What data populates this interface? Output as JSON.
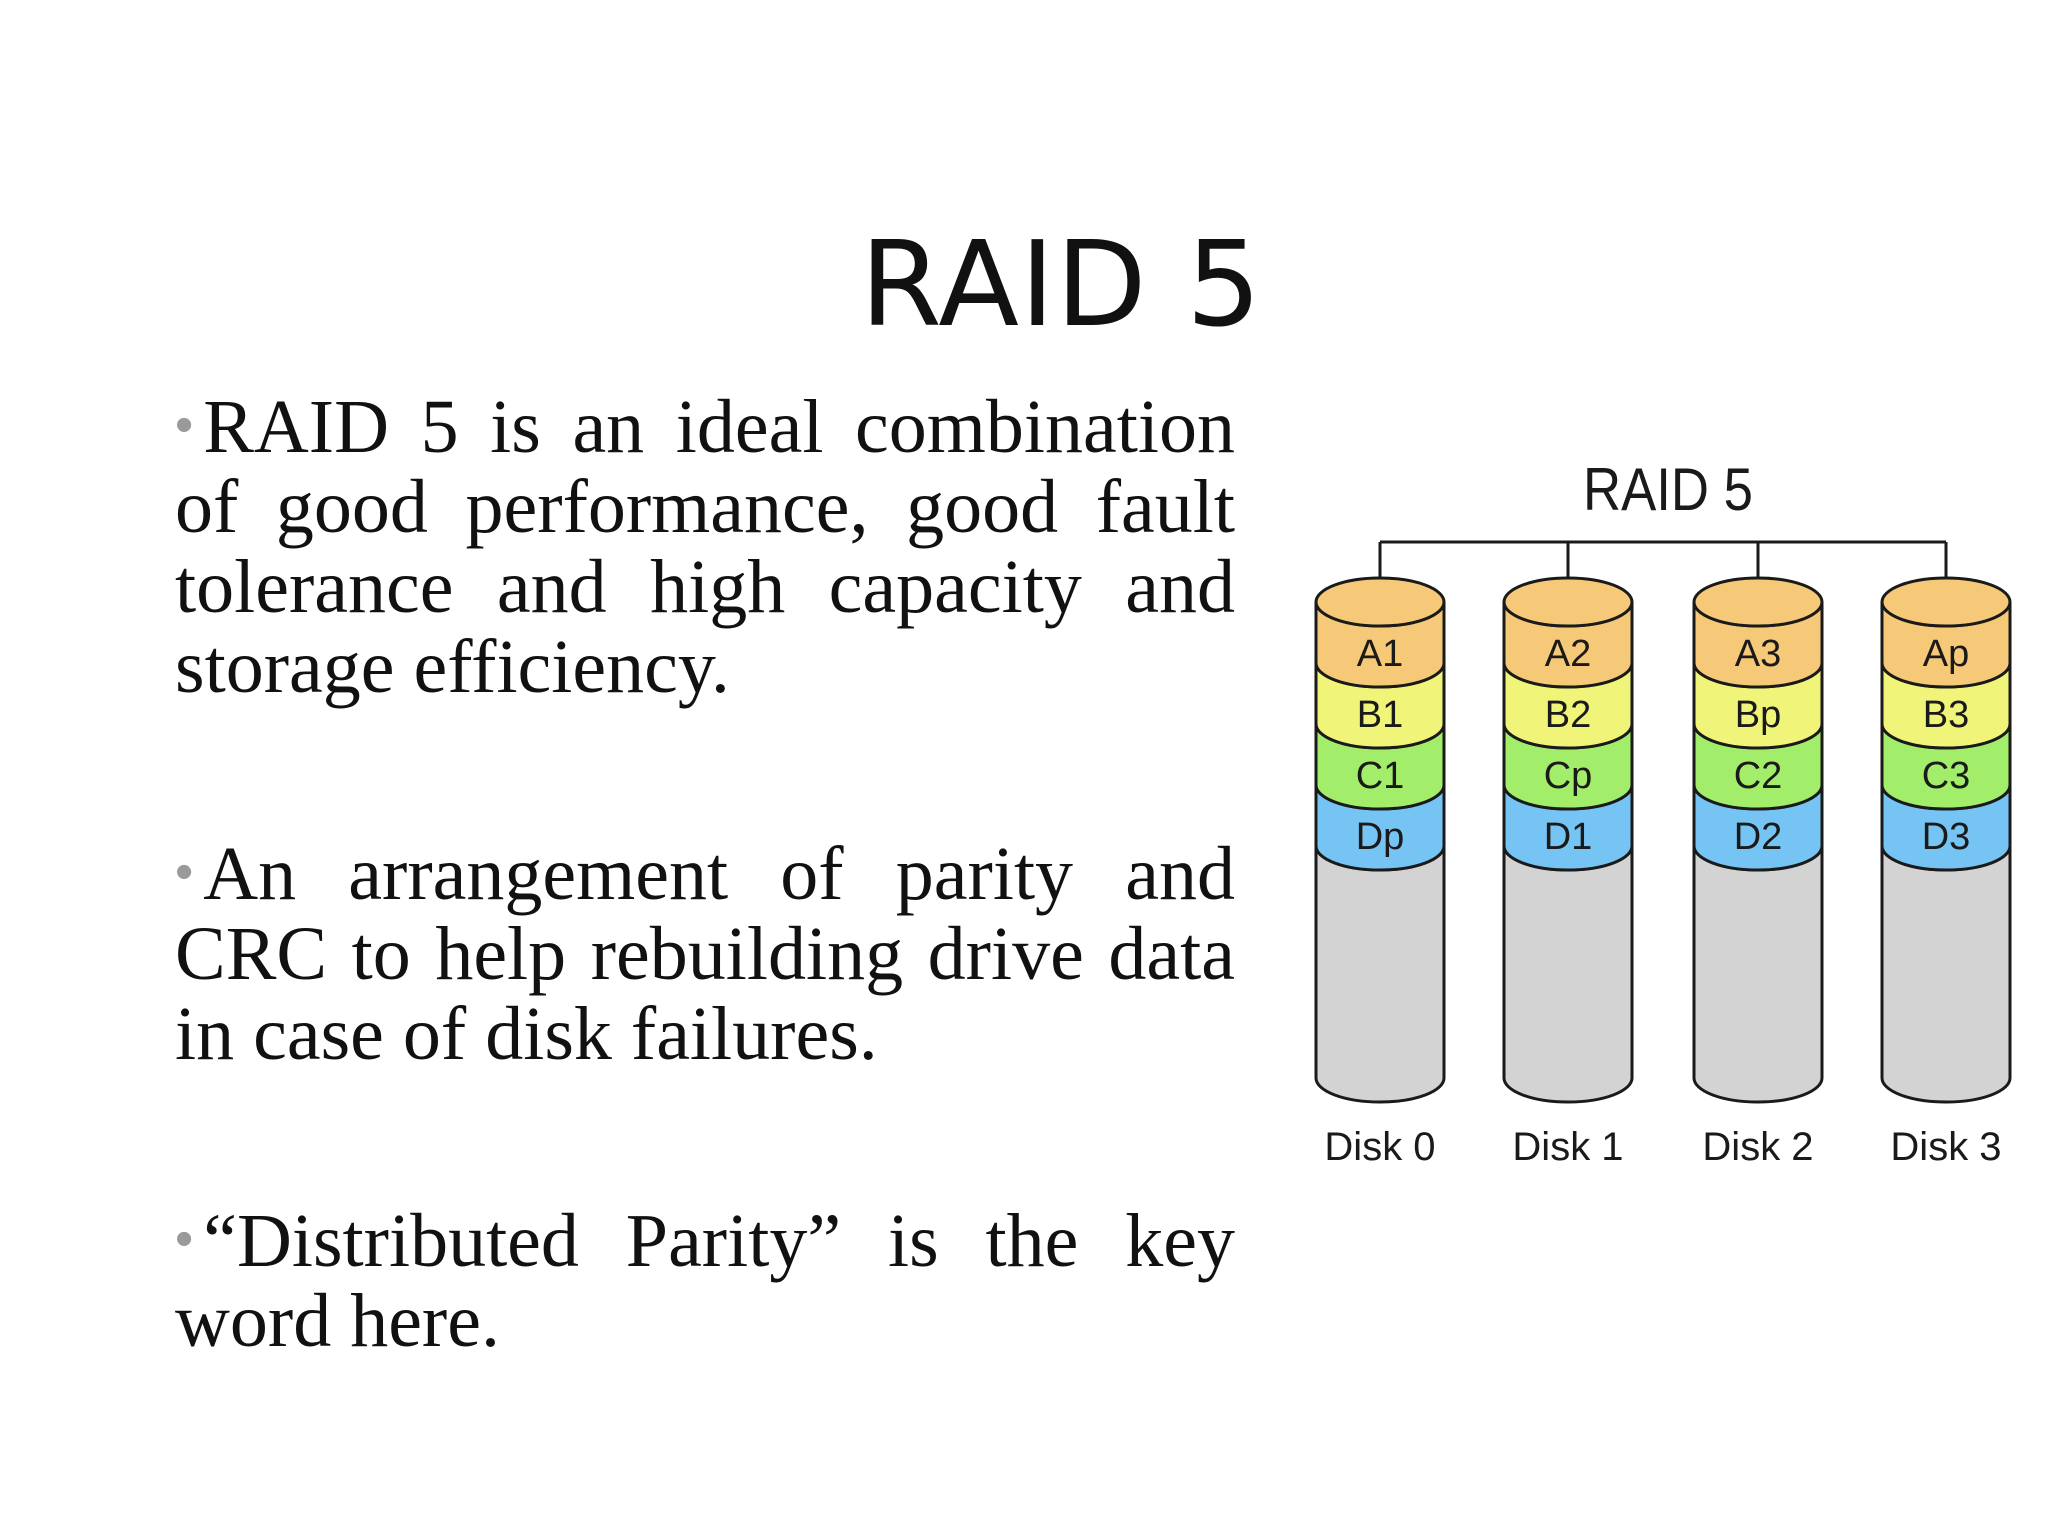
{
  "slide": {
    "title": "RAID 5",
    "bullets": [
      "RAID 5 is an ideal combination of good performance, good fault tolerance and high capacity and storage efficiency.",
      "An arrangement of parity and CRC to help rebuilding drive data in case of disk failures.",
      "“Distributed Parity” is the key word here."
    ]
  },
  "diagram": {
    "title": "RAID 5",
    "disks": [
      {
        "label": "Disk 0",
        "blocks": [
          "A1",
          "B1",
          "C1",
          "Dp"
        ]
      },
      {
        "label": "Disk 1",
        "blocks": [
          "A2",
          "B2",
          "Cp",
          "D1"
        ]
      },
      {
        "label": "Disk 2",
        "blocks": [
          "A3",
          "Bp",
          "C2",
          "D2"
        ]
      },
      {
        "label": "Disk 3",
        "blocks": [
          "Ap",
          "B3",
          "C3",
          "D3"
        ]
      }
    ],
    "colors": {
      "stripe_a": "#f6c978",
      "stripe_b": "#f0f57a",
      "stripe_c": "#a2ee6a",
      "stripe_d": "#76c4f4",
      "empty": "#d3d3d3",
      "outline": "#1a1a1a"
    }
  }
}
